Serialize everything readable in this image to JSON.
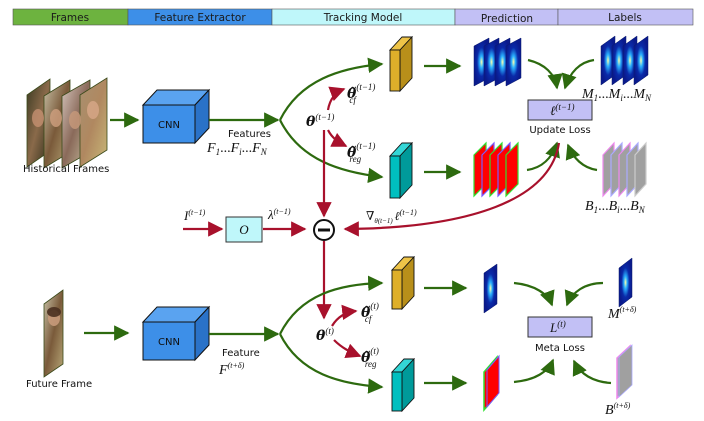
{
  "header": {
    "sections": [
      {
        "label": "Frames",
        "color": "#6db33f"
      },
      {
        "label": "Feature Extractor",
        "color": "#3d8fe8"
      },
      {
        "label": "Tracking Model",
        "color": "#bff7fa"
      },
      {
        "label": "Prediction",
        "color": "#c2c0f5"
      },
      {
        "label": "Labels",
        "color": "#c2c0f5"
      }
    ]
  },
  "colors": {
    "flow_arrow": "#2d6a0f",
    "update_arrow": "#a8112c",
    "cnn_box": "#3d8fe8",
    "cf_filter": "#deaf2a",
    "reg_filter": "#00bfbf",
    "loss_box": "#c2c0f5",
    "optimizer_box": "#bff7fa",
    "response_map": "#0a1a8c"
  },
  "top_row": {
    "frames_label": "Historical Frames",
    "cnn_label": "CNN",
    "features_label": "Features",
    "features_math": "F",
    "features_math_full": "F1...Fi...FN",
    "theta_label": "θ",
    "theta_sup": "(t−1)",
    "theta_cf_sub": "cf",
    "theta_cf_sup": "(t−1)",
    "theta_reg_sub": "reg",
    "theta_reg_sup": "(t−1)",
    "loss_math": "ℓ",
    "loss_sup": "(t−1)",
    "loss_label": "Update Loss",
    "labels_m": "M1...Mi...MN",
    "labels_b": "B1...Bi...BN"
  },
  "middle_row": {
    "input_math": "I",
    "input_sup": "(t−1)",
    "optimizer_math": "O",
    "lambda_math": "λ",
    "lambda_sup": "(t−1)",
    "minus_symbol": "−",
    "gradient_text": "∇",
    "gradient_sub": "θ(t−1)",
    "gradient_loss": "ℓ",
    "gradient_sup": "(t−1)"
  },
  "bottom_row": {
    "frame_label": "Future Frame",
    "cnn_label": "CNN",
    "feature_label": "Feature",
    "feature_math": "F",
    "feature_sup": "(t+δ)",
    "theta_label": "θ",
    "theta_sup": "(t)",
    "theta_cf_sub": "cf",
    "theta_cf_sup": "(t)",
    "theta_reg_sub": "reg",
    "theta_reg_sup": "(t)",
    "loss_math": "L",
    "loss_sup": "(t)",
    "loss_label": "Meta Loss",
    "label_m": "M",
    "label_m_sup": "(t+δ)",
    "label_b": "B",
    "label_b_sup": "(t+δ)"
  }
}
